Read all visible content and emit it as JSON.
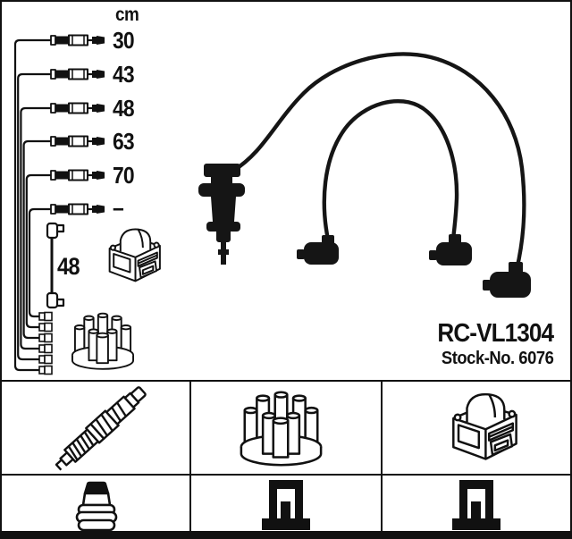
{
  "product": {
    "part_number": "RC-VL1304",
    "stock_number_label": "Stock-No. 6076"
  },
  "length_table": {
    "unit_header": "cm",
    "rows": [
      {
        "length": "30"
      },
      {
        "length": "43"
      },
      {
        "length": "48"
      },
      {
        "length": "63"
      },
      {
        "length": "70"
      },
      {
        "length": "–"
      }
    ],
    "coil_lead_length": "48"
  },
  "colors": {
    "ink": "#111111",
    "background": "#ffffff"
  },
  "icons": {
    "photo": "ignition-cable-kit-photo",
    "grid_cells": [
      "spark-plug-icon",
      "distributor-cap-icon",
      "ignition-coil-icon",
      "plug-cover-icon",
      "terminal-cross-section-icon",
      "terminal-cross-section-icon"
    ]
  }
}
